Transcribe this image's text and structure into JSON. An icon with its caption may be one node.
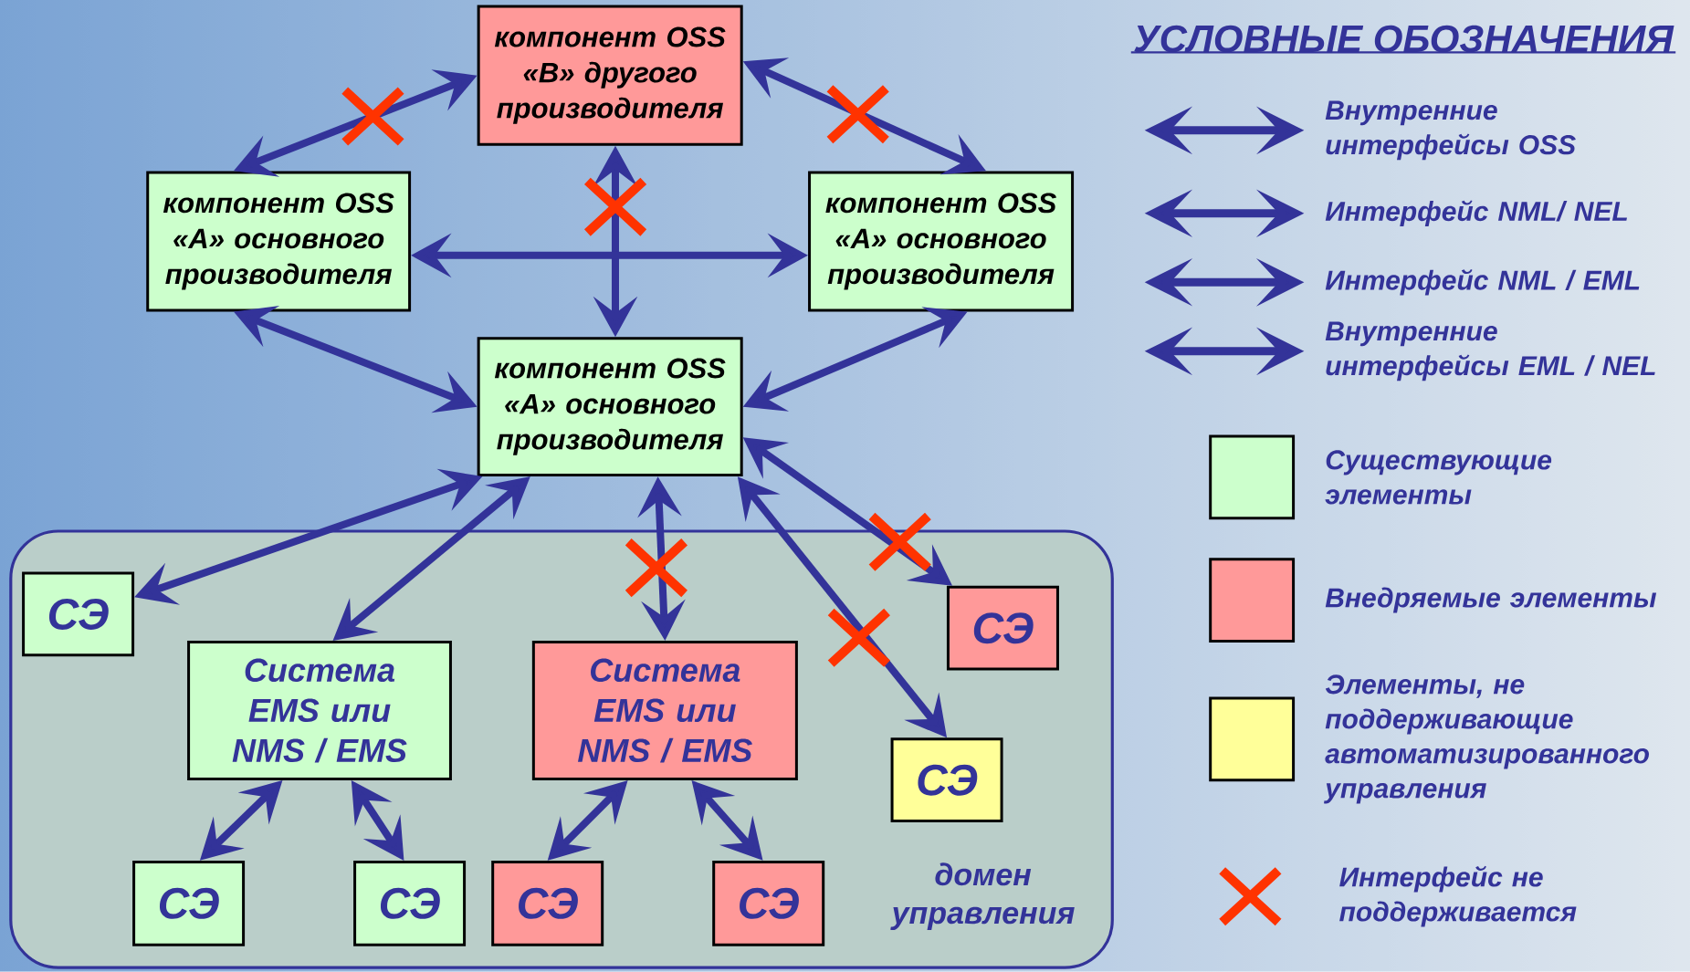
{
  "diagram": {
    "nodes": [
      {
        "text": [
          "компонент OSS «В» другого производителя"
        ]
      },
      {
        "text": [
          "компонент OSS «А» основного производителя"
        ]
      },
      {
        "text": [
          "компонент OSS «А» основного производителя"
        ]
      },
      {
        "text": [
          "компонент OSS «А» основного производителя"
        ]
      },
      {
        "text": [
          "домен управления"
        ]
      },
      {
        "text": [
          "СЭ"
        ],
        "in": 4
      },
      {
        "text": [
          "Система EMS или NMS / EMS"
        ],
        "in": 4
      },
      {
        "text": [
          "Система EMS или NMS / EMS"
        ],
        "in": 4
      },
      {
        "text": [
          "СЭ"
        ],
        "in": 4
      },
      {
        "text": [
          "СЭ"
        ],
        "in": 4
      },
      {
        "text": [
          "СЭ"
        ],
        "in": 4
      },
      {
        "text": [
          "СЭ"
        ],
        "in": 4
      },
      {
        "text": [
          "СЭ"
        ],
        "in": 4
      },
      {
        "text": [
          "СЭ"
        ],
        "in": 4
      }
    ],
    "edges": [
      {
        "from": 0,
        "to": 1,
        "arrow": "both"
      },
      {
        "from": 0,
        "to": 2,
        "arrow": "both"
      },
      {
        "from": 0,
        "to": 3,
        "arrow": "both"
      },
      {
        "from": 1,
        "to": 2,
        "arrow": "both"
      },
      {
        "from": 1,
        "to": 3,
        "arrow": "both"
      },
      {
        "from": 2,
        "to": 3,
        "arrow": "both"
      },
      {
        "from": 3,
        "to": 5,
        "arrow": "both"
      },
      {
        "from": 3,
        "to": 6,
        "arrow": "both"
      },
      {
        "from": 3,
        "to": 7,
        "arrow": "both"
      },
      {
        "from": 3,
        "to": 8,
        "arrow": "both"
      },
      {
        "from": 3,
        "to": 9,
        "arrow": "both"
      },
      {
        "from": 6,
        "to": 10,
        "arrow": "both"
      },
      {
        "from": 6,
        "to": 11,
        "arrow": "both"
      },
      {
        "from": 7,
        "to": 12,
        "arrow": "both"
      },
      {
        "from": 7,
        "to": 13,
        "arrow": "both"
      }
    ],
    "labels": [
      "УСЛОВНЫЕ ОБОЗНАЧЕНИЯ"
    ],
    "legend": [
      {
        "text": "Внутренние интерфейсы OSS"
      },
      {
        "text": "Интерфейс NML/ NEL"
      },
      {
        "text": "Интерфейс NML / EML"
      },
      {
        "text": "Внутренние интерфейсы EML / NEL"
      },
      {
        "text": "Существующие элементы",
        "color": "#ccffcc"
      },
      {
        "text": "Внедряемые элементы",
        "color": "#ff9999"
      },
      {
        "text": "Элементы, не поддерживающие автоматизированного управления",
        "color": "#ffff99"
      },
      {
        "text": "Интерфейс не поддерживается"
      }
    ]
  }
}
